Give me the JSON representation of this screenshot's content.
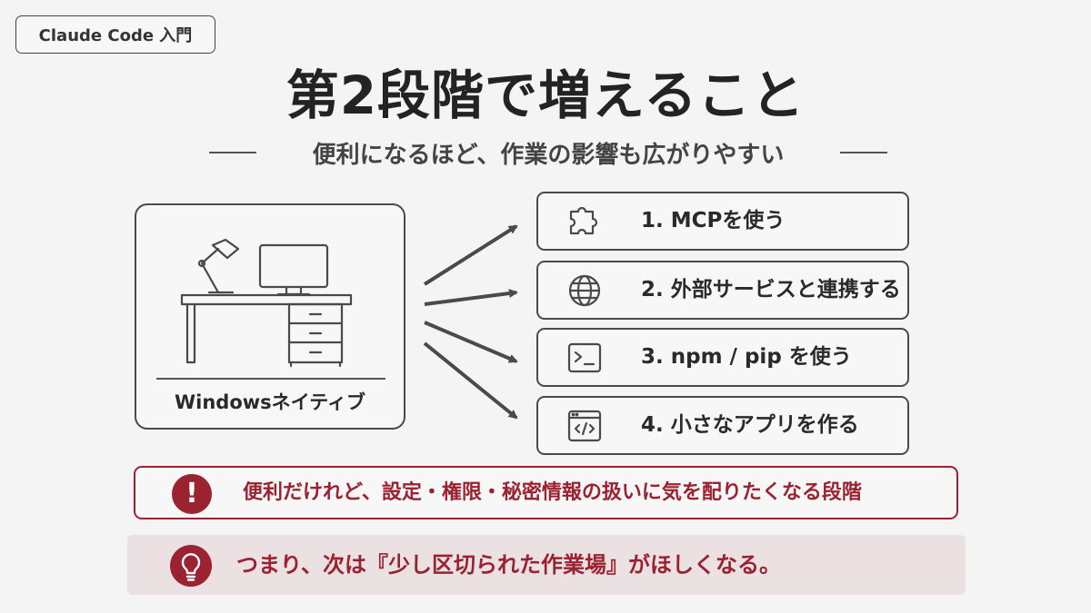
{
  "header": {
    "tag": "Claude Code 入門"
  },
  "title": "第2段階で増えること",
  "subtitle": "便利になるほど、作業の影響も広がりやすい",
  "environment": {
    "label": "Windowsネイティブ",
    "icon": "desk-computer-icon"
  },
  "items": [
    {
      "label": "1. MCPを使う",
      "icon": "puzzle-icon"
    },
    {
      "label": "2. 外部サービスと連携する",
      "icon": "globe-icon"
    },
    {
      "label": "3. npm / pip を使う",
      "icon": "terminal-icon"
    },
    {
      "label": "4. 小さなアプリを作る",
      "icon": "code-window-icon"
    }
  ],
  "warning": {
    "text": "便利だけれど、設定・権限・秘密情報の扱いに気を配りたくなる段階",
    "icon": "exclamation-icon"
  },
  "conclusion": {
    "text": "つまり、次は『少し区切られた作業場』がほしくなる。",
    "icon": "lightbulb-icon"
  },
  "colors": {
    "accent": "#9b2230",
    "ink": "#2b2b2b",
    "background": "#f4f4f4",
    "conclusion_bg": "#ebe0e2"
  }
}
